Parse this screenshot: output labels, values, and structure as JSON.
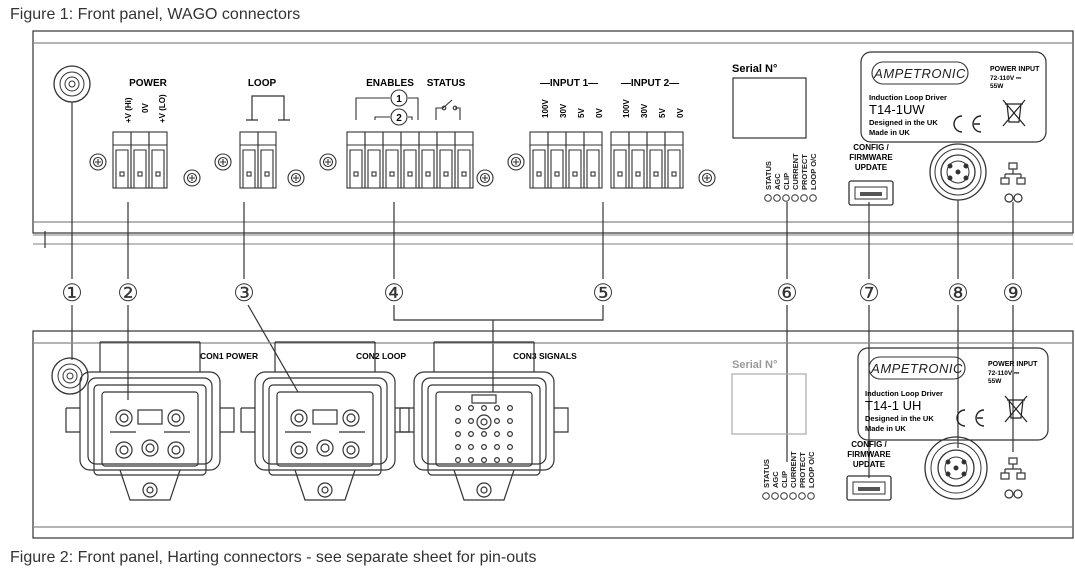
{
  "captions": {
    "figure1": "Figure 1: Front panel, WAGO connectors",
    "figure2": "Figure 2: Front panel, Harting connectors - see separate sheet for pin-outs"
  },
  "panel1": {
    "groups": {
      "power": "POWER",
      "loop": "LOOP",
      "enables": "ENABLES",
      "status": "STATUS",
      "input1": "—INPUT 1—",
      "input2": "—INPUT 2—"
    },
    "power_pins": [
      "+V (Hi)",
      "0V",
      "+V (LO)"
    ],
    "input_pins": [
      "100V",
      "30V",
      "5V",
      "0V"
    ],
    "enable_markers": [
      "1",
      "2"
    ],
    "serial_label": "Serial N°",
    "brand": "AMPETRONIC",
    "power_input": [
      "POWER INPUT",
      "72-110V ⎓",
      "55W"
    ],
    "product": {
      "type": "Induction Loop Driver",
      "model": "T14-1UW",
      "designed": "Designed in the UK",
      "made": "Made in UK"
    },
    "status_leds": [
      "STATUS",
      "AGC",
      "CLIP",
      "CURRENT",
      "PROTECT",
      "LOOP O/C"
    ],
    "usb_label": [
      "CONFIG /",
      "FIRMWARE",
      "UPDATE"
    ]
  },
  "callouts": [
    "①",
    "②",
    "③",
    "④",
    "⑤",
    "⑥",
    "⑦",
    "⑧",
    "⑨"
  ],
  "panel2": {
    "connectors": [
      "CON1 POWER",
      "CON2 LOOP",
      "CON3 SIGNALS"
    ],
    "serial_label": "Serial N°",
    "brand": "AMPETRONIC",
    "power_input": [
      "POWER INPUT",
      "72-110V ⎓",
      "55W"
    ],
    "product": {
      "type": "Induction Loop Driver",
      "model": "T14-1 UH",
      "designed": "Designed in the UK",
      "made": "Made in UK"
    },
    "status_leds": [
      "STATUS",
      "AGC",
      "CLIP",
      "CURRENT",
      "PROTECT",
      "LOOP O/C"
    ],
    "usb_label": [
      "CONFIG /",
      "FIRMWARE",
      "UPDATE"
    ]
  },
  "icons": {
    "earth_stud": "earth-stud-icon",
    "screw": "mounting-screw-icon",
    "ce": "ce-mark-icon",
    "weee": "crossed-bin-icon",
    "network": "network-icon"
  }
}
